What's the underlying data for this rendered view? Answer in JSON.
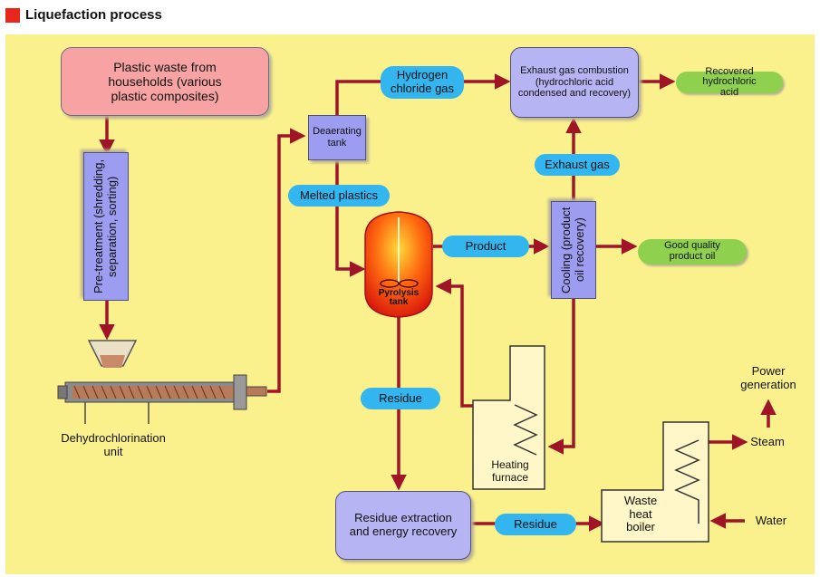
{
  "title": "Liquefaction process",
  "colors": {
    "background_panel": "#fbf18c",
    "arrow": "#a01428",
    "box_pink": "#f7a3a3",
    "box_purple": "#9c9cf0",
    "pill_blue": "#33b5ef",
    "pill_green": "#8fd14f",
    "title_marker": "#e8261c"
  },
  "nodes": {
    "plastic_waste": "Plastic waste from households (various plastic composites)",
    "pretreatment": "Pre-treatment (shredding, separation, sorting)",
    "dehydro_unit": "Dehydrochlorination unit",
    "deaerating_tank": "Deaerating tank",
    "hydrogen_chloride": "Hydrogen chloride gas",
    "melted_plastics": "Melted plastics",
    "exhaust_combustion": "Exhaust gas combustion (hydrochloric acid condensed and recovery)",
    "recovered_hcl": "Recovered hydrochloric acid",
    "exhaust_gas": "Exhaust gas",
    "pyrolysis_tank": "Pyrolysis tank",
    "product": "Product",
    "cooling": "Cooling (product oil recovery)",
    "good_oil": "Good quality product oil",
    "residue_pill": "Residue",
    "heating_furnace": "Heating furnace",
    "residue_extraction": "Residue extraction and energy recovery",
    "residue_pill_2": "Residue",
    "waste_heat_boiler": "Waste heat boiler",
    "power_generation": "Power generation",
    "steam": "Steam",
    "water": "Water"
  }
}
